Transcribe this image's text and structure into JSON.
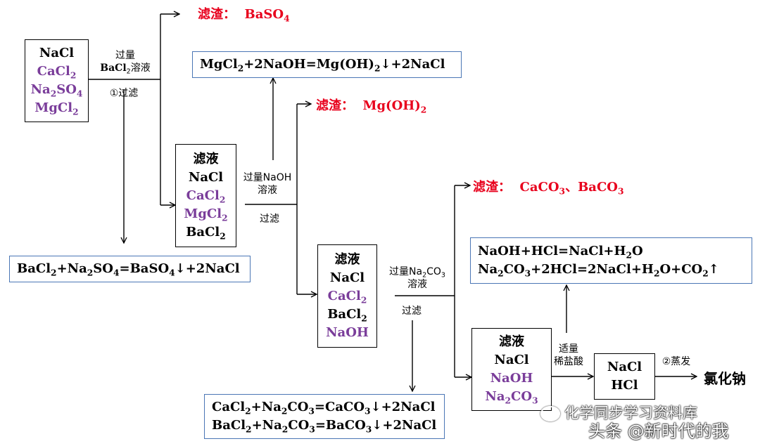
{
  "start_box": {
    "line1": "NaCl",
    "line2": "CaCl",
    "line2_sub": "2",
    "line3a": "Na",
    "line3_sub": "2",
    "line3b": "SO",
    "line3_sub2": "4",
    "line4": "MgCl",
    "line4_sub": "2"
  },
  "step1": {
    "top1": "过量",
    "top2a": "BaCl",
    "top2_sub": "2",
    "top2b": "溶液",
    "bottom": "①过滤"
  },
  "residue1": {
    "label": "滤渣：",
    "formula": "BaSO",
    "formula_sub": "4"
  },
  "eq_ba_so4": {
    "a": "BaCl",
    "a_sub": "2",
    "b": "+Na",
    "b_sub": "2",
    "c": "SO",
    "c_sub": "4",
    "d": "=BaSO",
    "d_sub": "4",
    "e": "↓+2NaCl"
  },
  "filtrate1": {
    "title": "滤液",
    "l1": "NaCl",
    "l2": "CaCl",
    "l2_sub": "2",
    "l3": "MgCl",
    "l3_sub": "2",
    "l4": "BaCl",
    "l4_sub": "2"
  },
  "step2": {
    "top1": "过量NaOH",
    "top2": "溶液",
    "bottom": "过滤"
  },
  "eq_mg_oh": {
    "a": "MgCl",
    "a_sub": "2",
    "b": "+2NaOH=Mg(OH)",
    "b_sub": "2",
    "c": "↓+2NaCl"
  },
  "residue2": {
    "label": "滤渣：",
    "formula": "Mg(OH)",
    "formula_sub": "2"
  },
  "filtrate2": {
    "title": "滤液",
    "l1": "NaCl",
    "l2": "CaCl",
    "l2_sub": "2",
    "l3": "BaCl",
    "l3_sub": "2",
    "l4": "NaOH"
  },
  "step3": {
    "top1a": "过量Na",
    "top1_sub": "2",
    "top1b": "CO",
    "top1_sub2": "3",
    "top2": "溶液",
    "bottom": "过滤"
  },
  "residue3": {
    "label": "滤渣：",
    "f1": "CaCO",
    "f1_sub": "3",
    "sep": "、",
    "f2": "BaCO",
    "f2_sub": "3"
  },
  "eq_carbonates": {
    "r1a": "CaCl",
    "r1a_sub": "2",
    "r1b": "+Na",
    "r1b_sub": "2",
    "r1c": "CO",
    "r1c_sub": "3",
    "r1d": "=CaCO",
    "r1d_sub": "3",
    "r1e": "↓+2NaCl",
    "r2a": "BaCl",
    "r2a_sub": "2",
    "r2b": "+Na",
    "r2b_sub": "2",
    "r2c": "CO",
    "r2c_sub": "3",
    "r2d": "=BaCO",
    "r2d_sub": "3",
    "r2e": "↓+2NaCl"
  },
  "eq_hcl": {
    "r1": "NaOH+HCl=NaCl+H",
    "r1_sub": "2",
    "r1b": "O",
    "r2a": "Na",
    "r2a_sub": "2",
    "r2b": "CO",
    "r2b_sub": "3",
    "r2c": "+2HCl=2NaCl+H",
    "r2c_sub": "2",
    "r2d": "O+CO",
    "r2d_sub": "2",
    "r2e": "↑"
  },
  "filtrate3": {
    "title": "滤液",
    "l1": "NaCl",
    "l2": "NaOH",
    "l3a": "Na",
    "l3_sub": "2",
    "l3b": "CO",
    "l3_sub2": "3"
  },
  "step4": {
    "top1": "适量",
    "top2": "稀盐酸"
  },
  "final_box": {
    "l1": "NaCl",
    "l2": "HCl"
  },
  "step5": {
    "label": "②蒸发"
  },
  "product": "氯化钠",
  "watermark": {
    "line1": "化学同步学习资料库",
    "line2": "头条 @新时代的我"
  },
  "colors": {
    "red": "#e8001c",
    "purple": "#7a3d9a",
    "blue_border": "#4a76b5"
  }
}
